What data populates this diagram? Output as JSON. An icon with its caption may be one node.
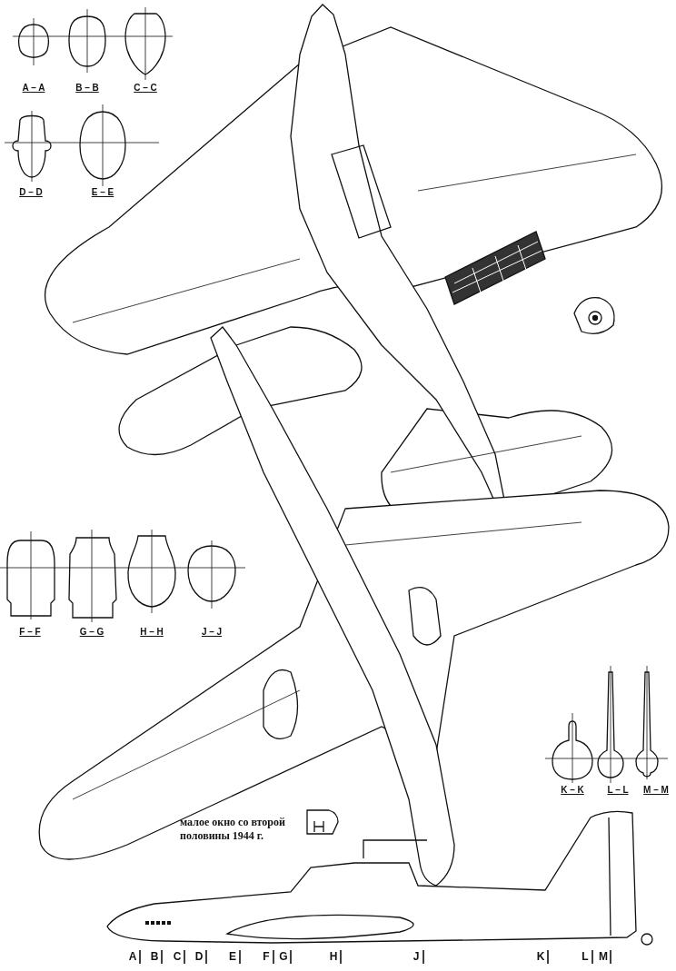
{
  "diagram": {
    "labels": [
      "A – A",
      "B – B",
      "C – C",
      "D – D",
      "E – E",
      "F – F",
      "G – G",
      "H – H",
      "J – J",
      "K – K",
      "L – L",
      "M – M",
      "малое окно со второй половины 1944 г.",
      "A",
      "B",
      "C",
      "D",
      "E",
      "F",
      "G",
      "H",
      "J",
      "K",
      "L",
      "M"
    ]
  }
}
